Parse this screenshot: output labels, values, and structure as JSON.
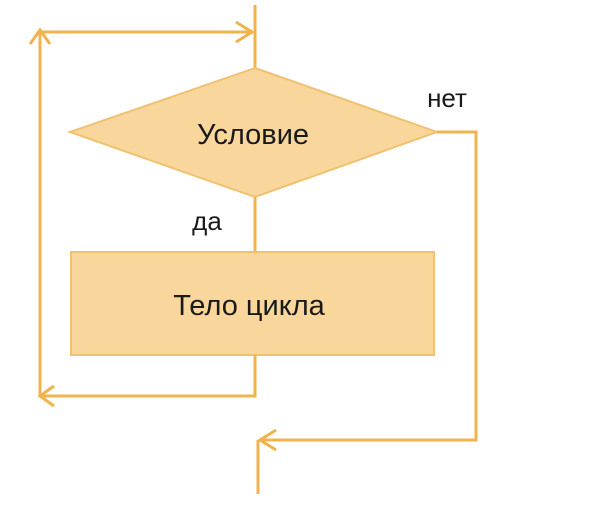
{
  "diagram": {
    "condition_label": "Условие",
    "body_label": "Тело цикла",
    "yes_label": "да",
    "no_label": "нет"
  },
  "colors": {
    "line": "#f0b34d",
    "fill": "#f9d69c",
    "stroke": "#f0c170",
    "text": "#1a1a1a",
    "background": "#ffffff"
  }
}
